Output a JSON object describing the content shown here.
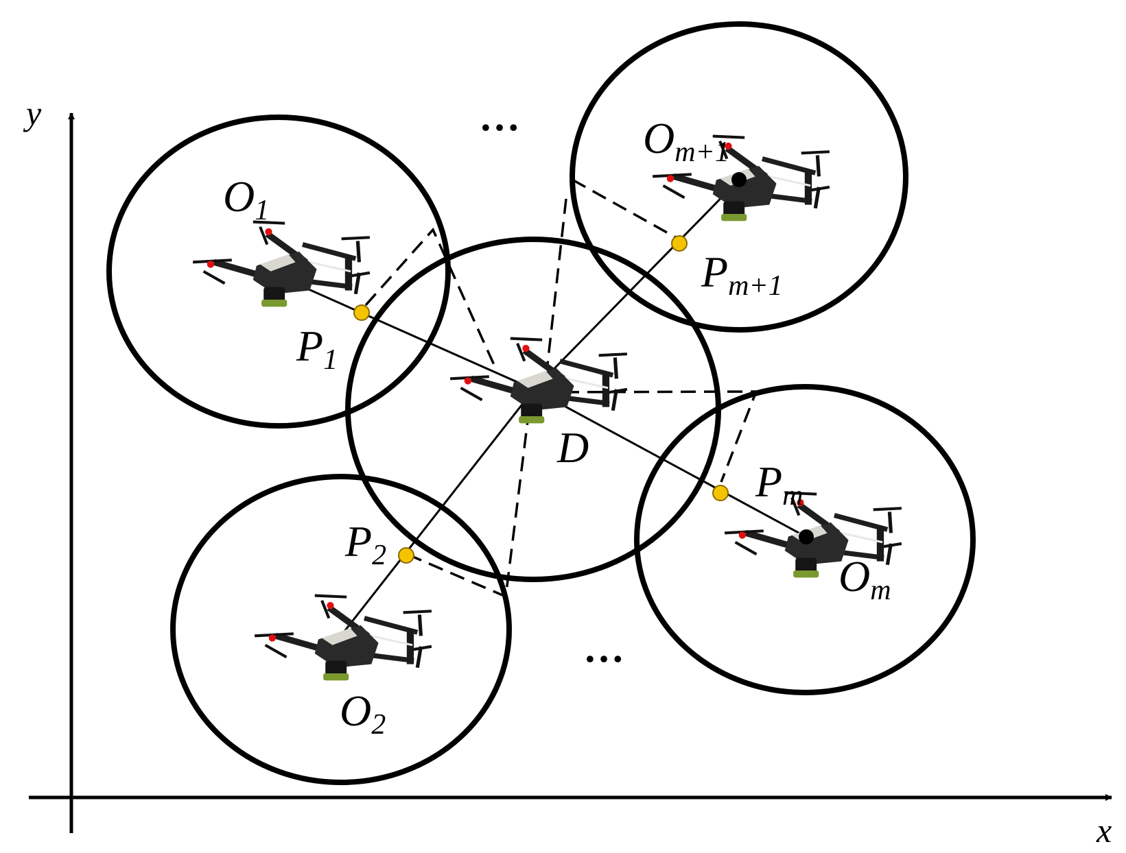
{
  "axes": {
    "x_label": "x",
    "y_label": "y"
  },
  "labels": {
    "O1": {
      "main": "O",
      "sub": "1"
    },
    "O2": {
      "main": "O",
      "sub": "2"
    },
    "Om": {
      "main": "O",
      "sub": "m"
    },
    "Om1": {
      "main": "O",
      "sub": "m+1"
    },
    "P1": {
      "main": "P",
      "sub": "1"
    },
    "P2": {
      "main": "P",
      "sub": "2"
    },
    "Pm": {
      "main": "P",
      "sub": "m"
    },
    "Pm1": {
      "main": "P",
      "sub": "m+1"
    },
    "D": "D"
  },
  "ellipsis_top": "…",
  "ellipsis_bottom": "…",
  "colors": {
    "point_fill": "#f5c400",
    "point_stroke": "#8a6a00",
    "line": "#000000",
    "drone_body": "#2a2a2a",
    "drone_accent": "#d8d8d0",
    "drone_green": "#7a9a30",
    "led": "#e01010"
  },
  "icons": [
    "drone-icon"
  ]
}
